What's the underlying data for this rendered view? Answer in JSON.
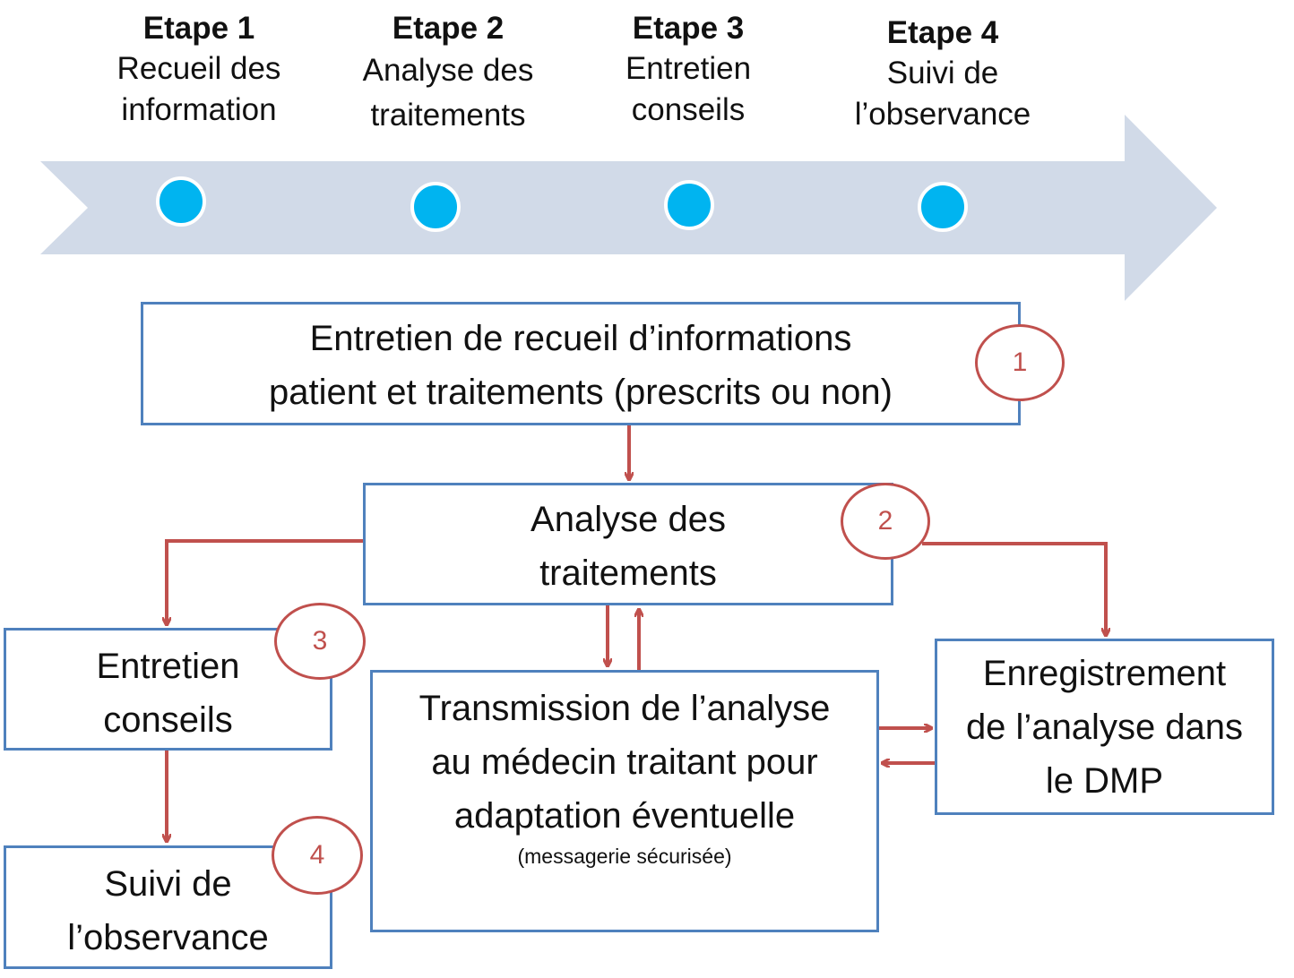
{
  "timeline": {
    "steps": [
      {
        "title": "Etape 1",
        "label": [
          "Recueil des",
          "information"
        ]
      },
      {
        "title": "Etape 2",
        "label": [
          "Analyse des",
          "traitements"
        ]
      },
      {
        "title": "Etape 3",
        "label": [
          "Entretien",
          "conseils"
        ]
      },
      {
        "title": "Etape 4",
        "label": [
          "Suivi de",
          "l’observance"
        ]
      }
    ],
    "arrow_color": "#d1dae8",
    "dot_color": "#00b4f0"
  },
  "flow": {
    "entretien_recueil": {
      "lines": [
        "Entretien de recueil d’informations",
        "patient et traitements (prescrits ou non)"
      ],
      "badge": "1"
    },
    "analyse": {
      "lines": [
        "Analyse des",
        "traitements"
      ],
      "badge": "2"
    },
    "entretien_conseils": {
      "lines": [
        "Entretien",
        "conseils"
      ],
      "badge": "3"
    },
    "suivi": {
      "lines": [
        "Suivi de",
        "l’observance"
      ],
      "badge": "4"
    },
    "transmission": {
      "lines": [
        "Transmission de l’analyse",
        "au médecin traitant pour",
        "adaptation éventuelle"
      ],
      "note": "(messagerie sécurisée)"
    },
    "enregistrement": {
      "lines": [
        "Enregistrement",
        "de l’analyse dans",
        "le DMP"
      ]
    }
  },
  "colors": {
    "box_border": "#4f81bd",
    "connector": "#c0504d"
  }
}
